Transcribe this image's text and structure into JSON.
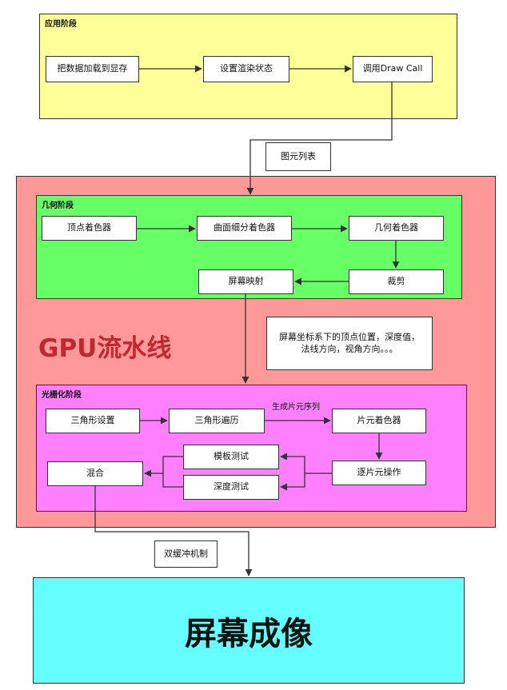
{
  "app_stage": {
    "title": "应用阶段",
    "steps": [
      "把数据加载到显存",
      "设置渲染状态",
      "调用Draw Call"
    ]
  },
  "primitive_list_label": "图元列表",
  "gpu_pipeline": {
    "title": "GPU流水线",
    "geometry": {
      "title": "几何阶段",
      "steps": [
        "顶点着色器",
        "曲面细分着色器",
        "几何着色器",
        "裁剪",
        "屏幕映射"
      ]
    },
    "screen_map_note": "屏幕坐标系下的顶点位置，深度值，法线方向，视角方向。。。",
    "raster": {
      "title": "光栅化阶段",
      "steps": [
        "三角形设置",
        "三角形遍历",
        "片元着色器",
        "逐片元操作",
        "模板测试",
        "深度测试",
        "混合"
      ],
      "fragment_seq_label": "生成片元序列"
    }
  },
  "double_buffer_label": "双缓冲机制",
  "screen_output": "屏幕成像",
  "colors": {
    "app_stage": "#ffff99",
    "gpu_pipeline": "#ff9999",
    "geometry": "#66ff66",
    "raster": "#ff80ff",
    "screen": "#66ffff"
  }
}
